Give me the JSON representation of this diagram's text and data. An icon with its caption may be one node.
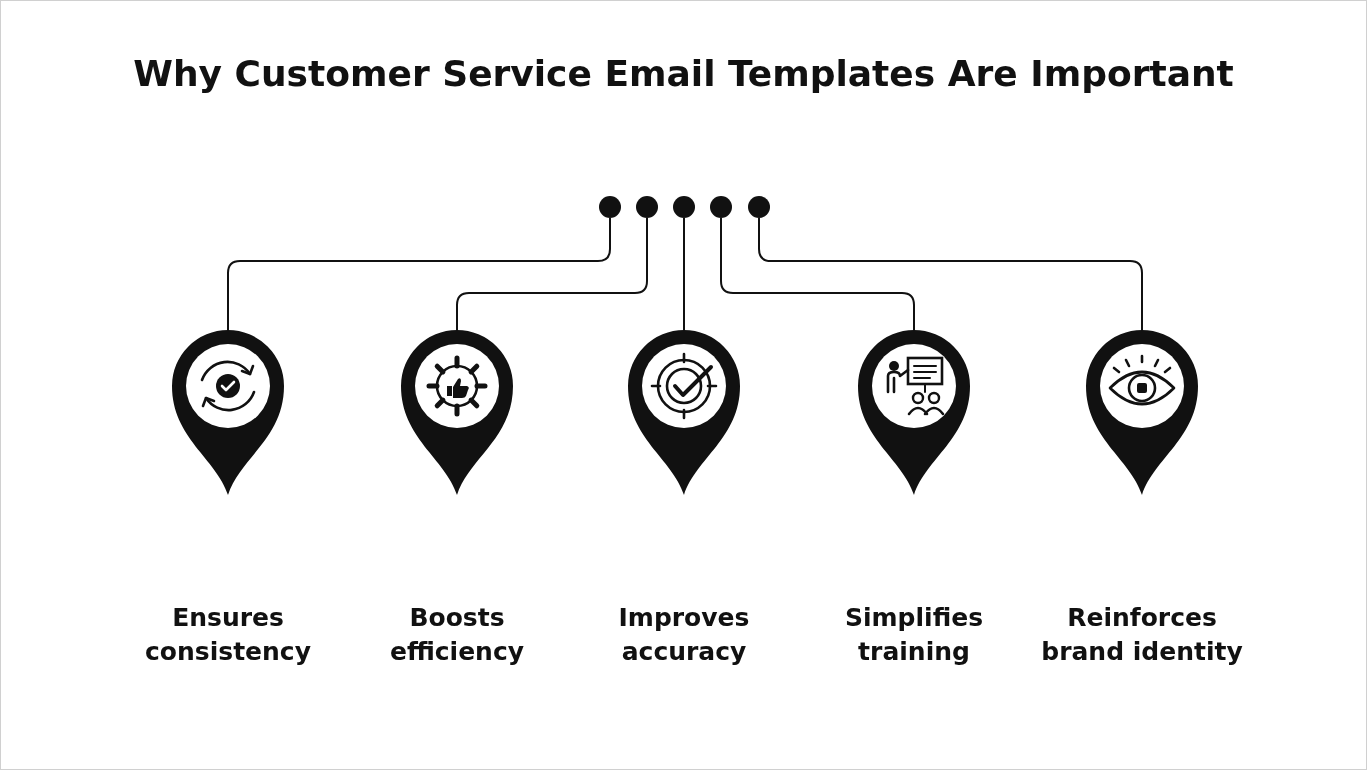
{
  "diagram": {
    "title": "Why Customer Service Email Templates Are Important",
    "nodes": [
      {
        "text": [],
        "shape": "circle"
      },
      {
        "text": [],
        "shape": "circle"
      },
      {
        "text": [],
        "shape": "circle"
      },
      {
        "text": [],
        "shape": "circle"
      },
      {
        "text": [],
        "shape": "circle"
      },
      {
        "text": [],
        "shape": "pin"
      },
      {
        "text": [],
        "shape": "pin"
      },
      {
        "text": [],
        "shape": "pin"
      },
      {
        "text": [],
        "shape": "pin"
      },
      {
        "text": [],
        "shape": "pin"
      }
    ],
    "labels": [
      "Ensures consistency",
      "Boosts efficiency",
      "Improves accuracy",
      "Simplifies training",
      "Reinforces brand identity"
    ],
    "edges": [
      {
        "from": 0,
        "to": 5,
        "arrow": "none"
      },
      {
        "from": 1,
        "to": 6,
        "arrow": "none"
      },
      {
        "from": 2,
        "to": 7,
        "arrow": "none"
      },
      {
        "from": 3,
        "to": 8,
        "arrow": "none"
      },
      {
        "from": 4,
        "to": 9,
        "arrow": "none"
      }
    ]
  }
}
